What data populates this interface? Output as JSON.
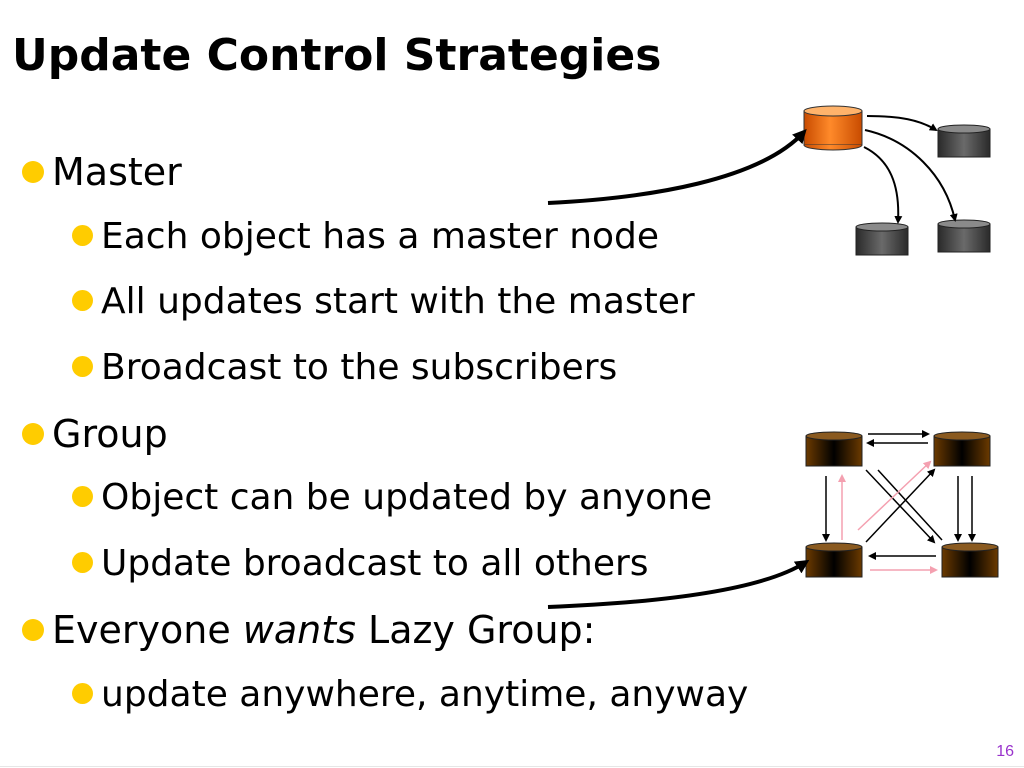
{
  "slide": {
    "title": "Update Control Strategies",
    "page_number": "16"
  },
  "bullets": [
    {
      "level": 1,
      "text": "Master"
    },
    {
      "level": 2,
      "text": "Each object has a master node"
    },
    {
      "level": 2,
      "text": "All updates start with the master"
    },
    {
      "level": 2,
      "text": "Broadcast to the subscribers"
    },
    {
      "level": 1,
      "text": "Group"
    },
    {
      "level": 2,
      "text": "Object can be updated by anyone"
    },
    {
      "level": 2,
      "text": "Update broadcast to all others"
    },
    {
      "level": 1,
      "text_before": "Everyone ",
      "text_emphasis": "wants",
      "text_after": " Lazy Group:"
    },
    {
      "level": 2,
      "text": "update anywhere, anytime, anyway"
    }
  ],
  "colors": {
    "bullet_dot": "#ffcc00",
    "master_node": "#ff6600",
    "subscriber_node": "#555555",
    "group_node": "#6b3a00",
    "page_number": "#9933cc",
    "pink_arrow": "#f4a0b0"
  },
  "icons": {
    "master": "master-database-icon",
    "subscriber": "subscriber-database-icon",
    "group": "group-database-icon"
  }
}
